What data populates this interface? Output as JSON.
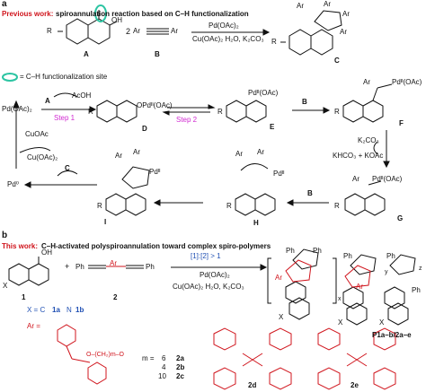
{
  "panel_a": {
    "letter": "a",
    "prev_label": "Previous work:",
    "prev_title": "spiroannulation reaction based on C–H functionalization",
    "reagent_prefix": "2",
    "r_group": "R",
    "oh": "OH",
    "ar": "Ar",
    "compound_A": "A",
    "compound_B": "B",
    "compound_C": "C",
    "compound_D": "D",
    "compound_E": "E",
    "compound_F": "F",
    "compound_G": "G",
    "compound_H": "H",
    "compound_I": "I",
    "cond1": "Pd(OAc)₂",
    "cond2": "Cu(OAc)₂ H₂O, K₂CO₃",
    "legend": "= C–H functionalization site",
    "pdoac2": "Pd(OAc)₂",
    "acoh": "AcOH",
    "step1": "Step 1",
    "step2": "Step 2",
    "cuoac": "CuOAc",
    "cuoac2": "Cu(OAc)₂",
    "pd0": "Pd⁰",
    "k2co3": "K₂CO₃",
    "khco3": "KHCO₃ + KOAc",
    "pd2oac": "Pdᴵᴵ(OAc)",
    "pd2": "Pdᴵᴵ",
    "opd": "OPdᴵᴵ(OAc)"
  },
  "panel_b": {
    "letter": "b",
    "this_label": "This work:",
    "this_title": "C–H-activated polyspiroannulation toward complex spiro-polymers",
    "ratio": "[1]:[2] > 1",
    "cond1": "Pd(OAc)₂",
    "cond2": "Cu(OAc)₂ H₂O, K₂CO₃",
    "num1": "1",
    "num2": "2",
    "x": "X",
    "oh": "OH",
    "ph": "Ph",
    "ar": "Ar",
    "ar_def": "Ar =",
    "x_c": "X = C",
    "code_1a": "1a",
    "n_text": "N",
    "code_1b": "1b",
    "m_label": "m =",
    "m_values": [
      {
        "m": "6",
        "code": "2a"
      },
      {
        "m": "4",
        "code": "2b"
      },
      {
        "m": "10",
        "code": "2c"
      }
    ],
    "linker": "O–(CH₂)m–O",
    "code_2d": "2d",
    "code_2e": "2e",
    "product": "P1a–b/2a–e",
    "sub_x": "x",
    "sub_y": "y",
    "sub_z": "z"
  }
}
